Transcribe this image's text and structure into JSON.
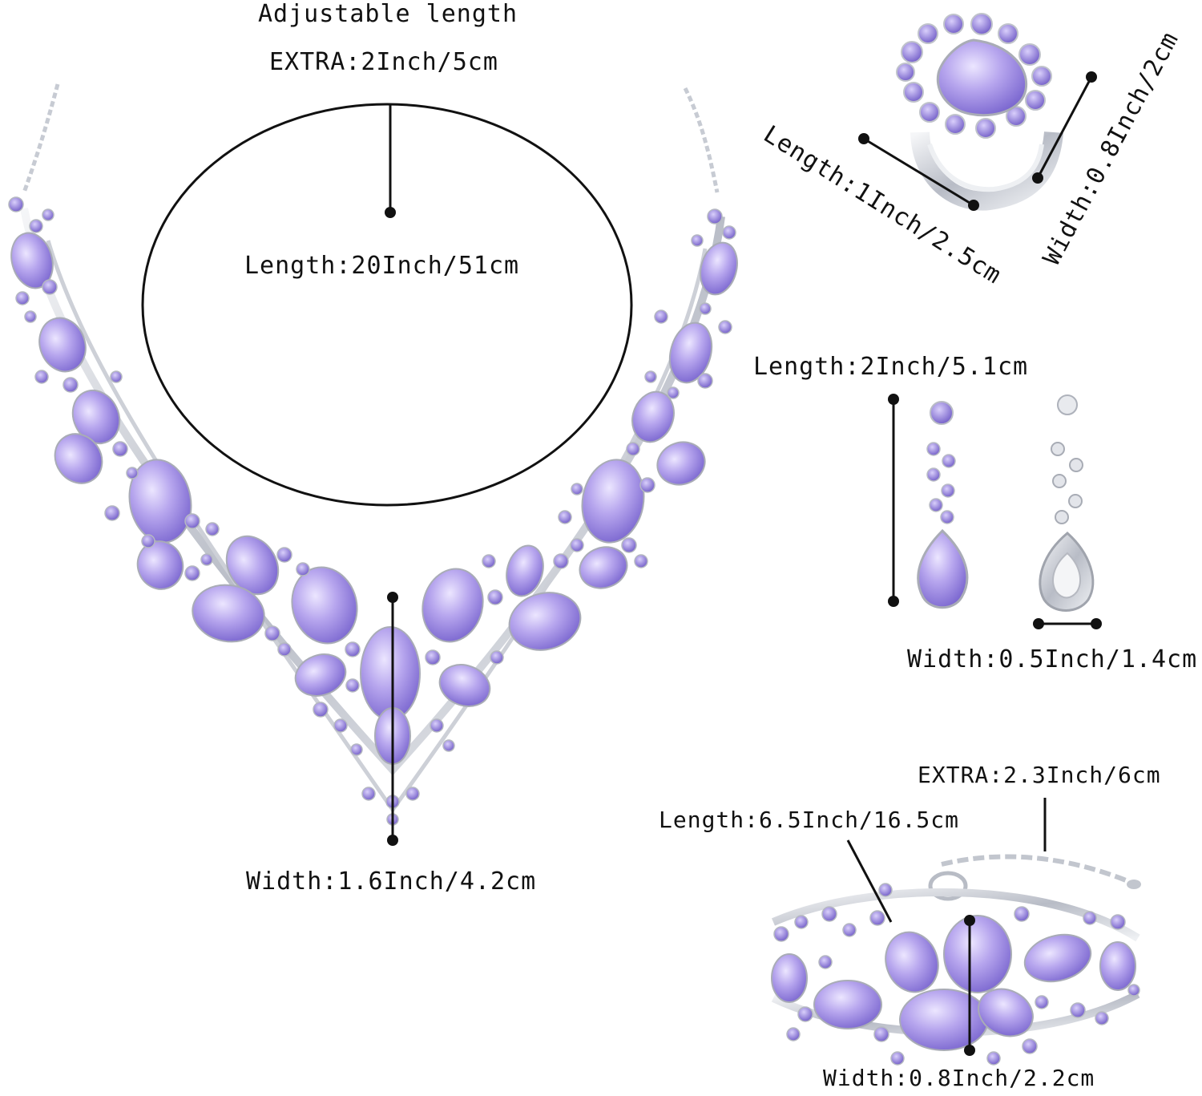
{
  "necklace": {
    "adjustable_title": "Adjustable length",
    "extra": "EXTRA:2Inch/5cm",
    "length": "Length:20Inch/51cm",
    "width": "Width:1.6Inch/4.2cm"
  },
  "ring": {
    "length": "Length:1Inch/2.5cm",
    "width": "Width:0.8Inch/2cm"
  },
  "earrings": {
    "length": "Length:2Inch/5.1cm",
    "width": "Width:0.5Inch/1.4cm"
  },
  "bracelet": {
    "extra": "EXTRA:2.3Inch/6cm",
    "length": "Length:6.5Inch/16.5cm",
    "width": "Width:0.8Inch/2.2cm"
  },
  "colors": {
    "crystal": "#b9a8ee",
    "crystal_dark": "#7f6bd2",
    "silver": "#c9ccd3",
    "line": "#111111"
  }
}
